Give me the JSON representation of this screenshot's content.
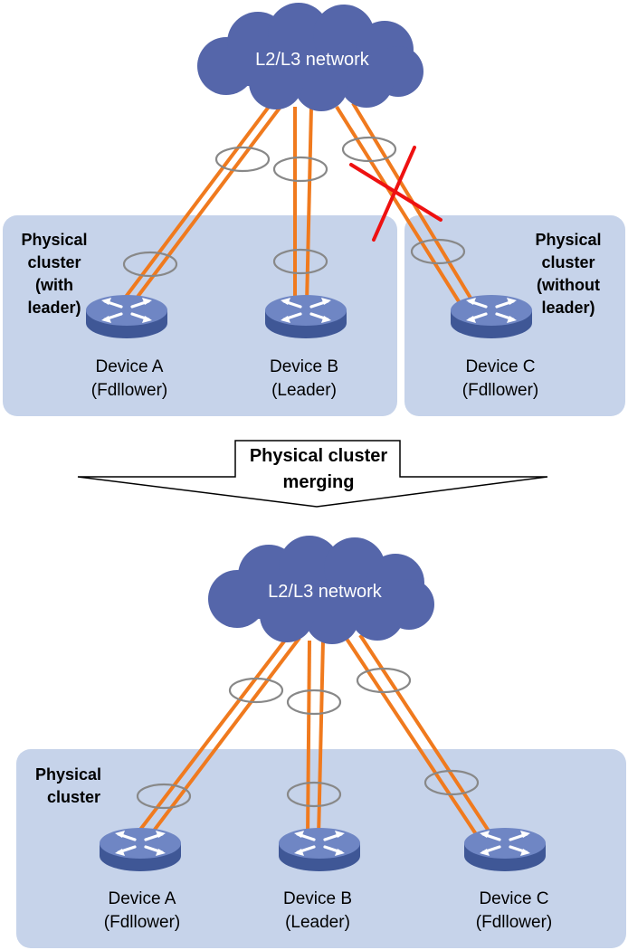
{
  "colors": {
    "cloud": "#5566aa",
    "cluster_bg": "#c6d3ea",
    "link": "#f07a1e",
    "bundle_ring": "#888888",
    "cross": "#ee1111",
    "device_top": "#6f86c4",
    "device_side": "#3f5796"
  },
  "top": {
    "cloud_label": "L2/L3 network",
    "cluster_left": {
      "label_lines": [
        "Physical",
        "cluster",
        "(with",
        "leader)"
      ]
    },
    "cluster_right": {
      "label_lines": [
        "Physical",
        "cluster",
        "(without",
        "leader)"
      ]
    },
    "devices": [
      {
        "name": "Device A",
        "role": "(Fdllower)",
        "icon": "switch-icon"
      },
      {
        "name": "Device B",
        "role": "(Leader)",
        "icon": "switch-icon"
      },
      {
        "name": "Device C",
        "role": "(Fdllower)",
        "icon": "switch-icon"
      }
    ],
    "broken_link_icon": "cross-icon"
  },
  "transition": {
    "label_lines": [
      "Physical cluster",
      "merging"
    ]
  },
  "bottom": {
    "cloud_label": "L2/L3 network",
    "cluster": {
      "label_lines": [
        "Physical",
        "cluster"
      ]
    },
    "devices": [
      {
        "name": "Device A",
        "role": "(Fdllower)",
        "icon": "switch-icon"
      },
      {
        "name": "Device B",
        "role": "(Leader)",
        "icon": "switch-icon"
      },
      {
        "name": "Device C",
        "role": "(Fdllower)",
        "icon": "switch-icon"
      }
    ]
  }
}
